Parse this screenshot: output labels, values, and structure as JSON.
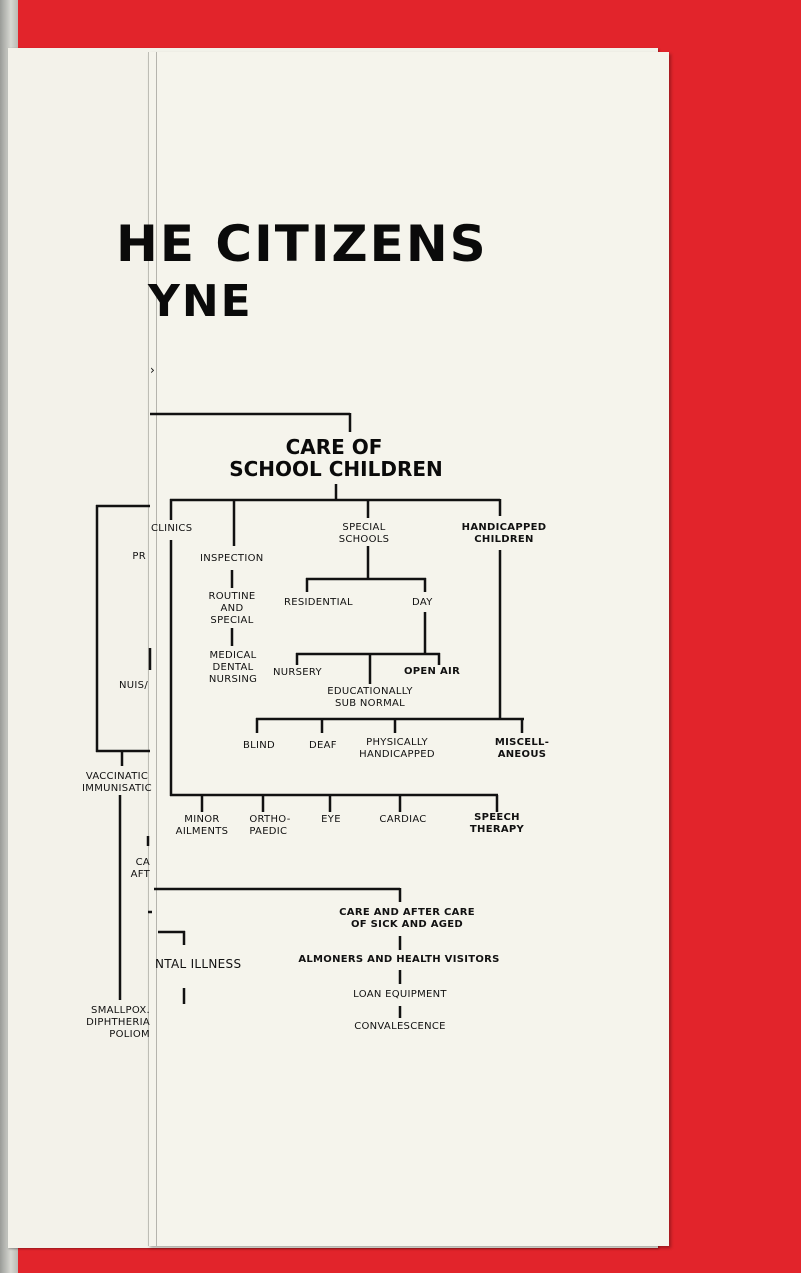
{
  "header": {
    "title_line1": "HE CITIZENS",
    "title_line2": "YNE"
  },
  "care_school": {
    "title_line1": "CARE OF",
    "title_line2": "SCHOOL CHILDREN",
    "clinics": "CLINICS",
    "inspection": "INSPECTION",
    "routine_special": "ROUTINE\nAND\nSPECIAL",
    "medical_dental": "MEDICAL\nDENTAL\nNURSING",
    "special_schools": "SPECIAL\nSCHOOLS",
    "handicapped_children": "HANDICAPPED\nCHILDREN",
    "residential": "RESIDENTIAL",
    "day": "DAY",
    "nursery": "NURSERY",
    "open_air": "OPEN AIR",
    "educationally_sub_normal": "EDUCATIONALLY\nSUB NORMAL",
    "blind": "BLIND",
    "deaf": "DEAF",
    "physically_handicapped": "PHYSICALLY\nHANDICAPPED",
    "miscellaneous": "MISCELL-\nANEOUS",
    "minor_ailments": "MINOR\nAILMENTS",
    "orthopaedic": "ORTHO-\nPAEDIC",
    "eye": "EYE",
    "cardiac": "CARDIAC",
    "speech_therapy": "SPEECH\nTHERAPY"
  },
  "left_fragments": {
    "pr": "PR",
    "nuis": "NUIS/",
    "vaccination": "VACCINATIC\nIMMUNISATIC",
    "ca_aft": "CA\nAFT",
    "smallpox": "SMALLPOX.\nDIPHTHERIA\nPOLIOM",
    "ntal_illness": "NTAL ILLNESS"
  },
  "care_sick": {
    "title": "CARE AND AFTER CARE\nOF SICK AND AGED",
    "almoners": "ALMONERS AND HEALTH VISITORS",
    "loan_equipment": "LOAN EQUIPMENT",
    "convalescence": "CONVALESCENCE"
  }
}
